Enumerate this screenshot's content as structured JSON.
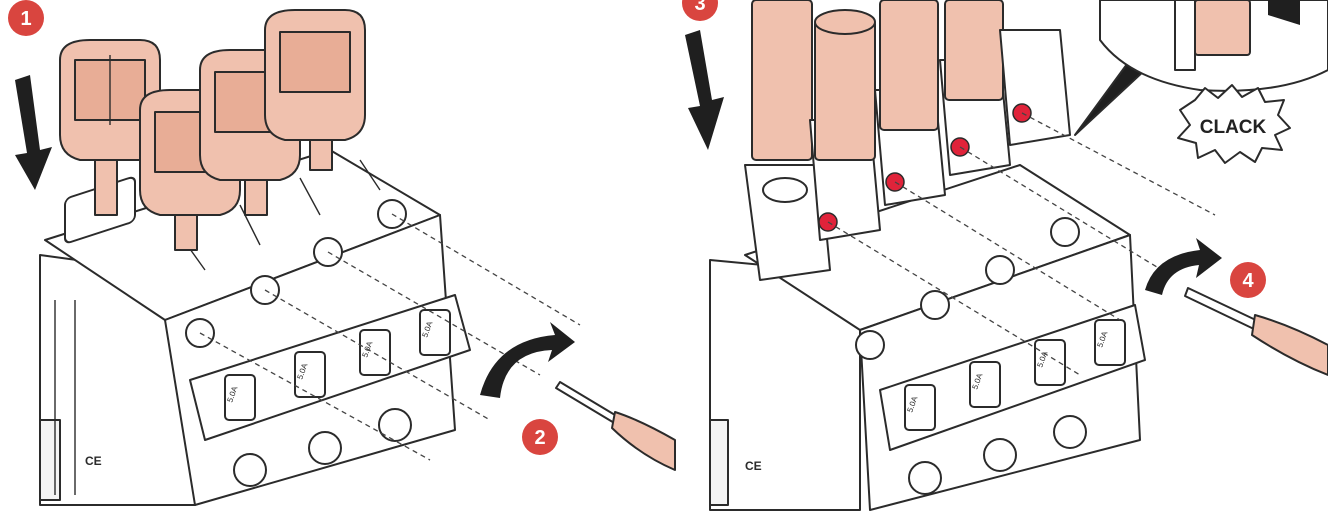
{
  "steps": [
    {
      "number": "1",
      "action": "push-down"
    },
    {
      "number": "2",
      "action": "screwdriver-tighten"
    },
    {
      "number": "3",
      "action": "push-down"
    },
    {
      "number": "4",
      "action": "screwdriver-tighten"
    }
  ],
  "callout": {
    "sound_text": "CLACK"
  },
  "breaker_label": "5.0A",
  "device_mark": "CE",
  "colors": {
    "badge": "#d9453f",
    "adapter": "#f0c1ae",
    "contact": "#e0233a",
    "breaker_body": "#ffffff",
    "ink": "#2b2b2b",
    "arrow": "#1f1f1f"
  }
}
